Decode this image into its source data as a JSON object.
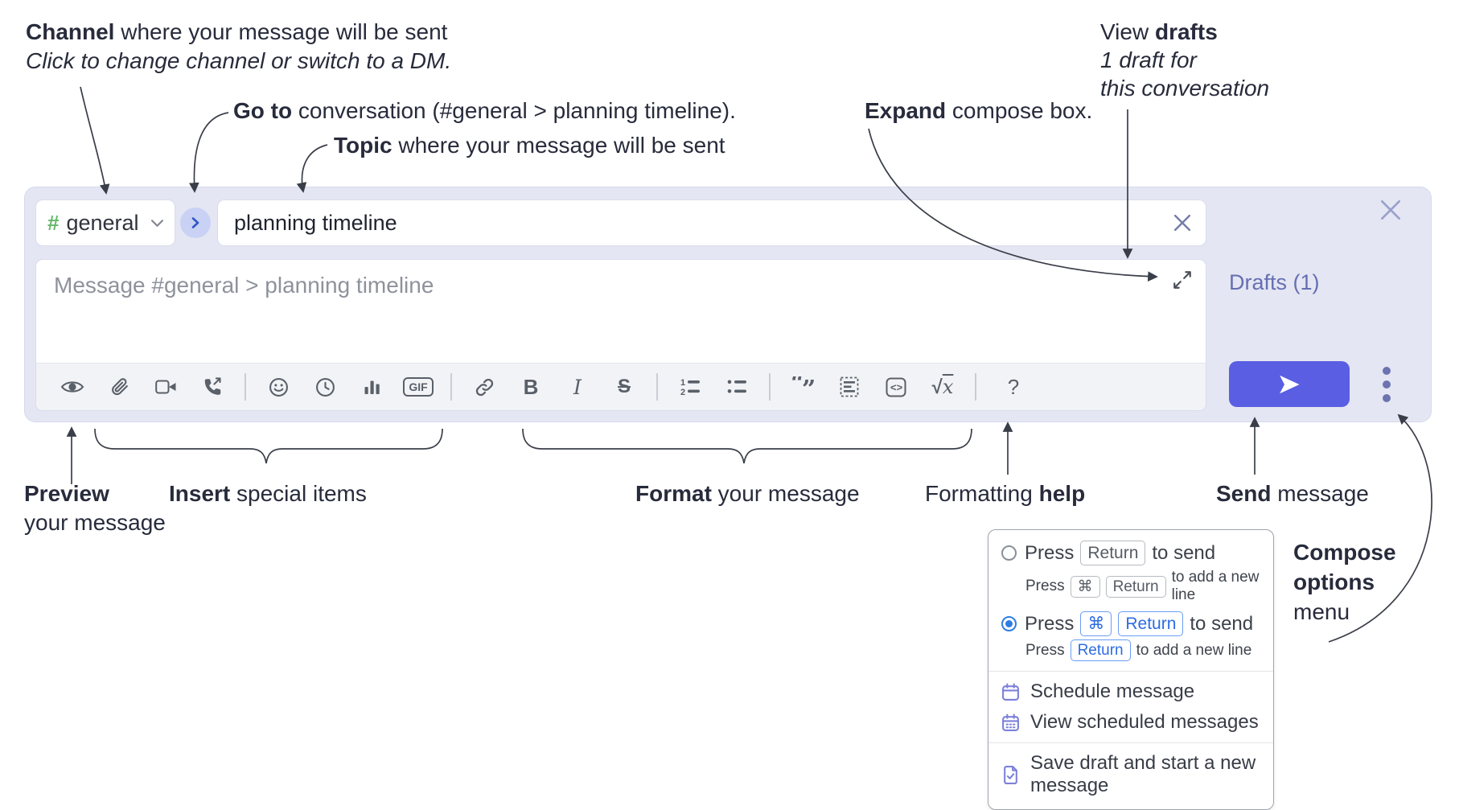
{
  "annotations": {
    "channel_line1_bold": "Channel",
    "channel_line1_rest": " where your message will be sent",
    "channel_line2": "Click to change channel or switch to a DM.",
    "goto_bold": "Go to",
    "goto_rest": " conversation (#general > planning timeline).",
    "topic_bold": "Topic",
    "topic_rest": " where your message will be sent",
    "expand_bold": "Expand",
    "expand_rest": " compose box.",
    "drafts_line1_pre": "View ",
    "drafts_line1_bold": "drafts",
    "drafts_line2": "1 draft for",
    "drafts_line3": "this conversation",
    "preview_bold": "Preview",
    "preview_line2": "your message",
    "insert_bold": "Insert",
    "insert_rest": " special items",
    "format_bold": "Format",
    "format_rest": " your message",
    "help_pre": "Formatting ",
    "help_bold": "help",
    "send_bold": "Send",
    "send_rest": " message",
    "compose_line1": "Compose",
    "compose_line2": "options",
    "compose_line3": "menu"
  },
  "compose": {
    "channel_hash": "#",
    "channel_name": "general",
    "topic_value": "planning timeline",
    "message_placeholder": "Message #general > planning timeline",
    "drafts_link": "Drafts (1)"
  },
  "toolbar": {
    "gif": "GIF",
    "bold": "B",
    "italic": "I",
    "strike": "S",
    "ol1": "1",
    "ol2": "2",
    "quote_open": "“",
    "quote_close": "”",
    "code": "<>",
    "sqrt": "√",
    "sqrt_var": "x",
    "help": "?"
  },
  "menu": {
    "opt1": {
      "pre": "Press",
      "key": "Return",
      "post": "to send",
      "sub_pre": "Press",
      "sub_key1": "⌘",
      "sub_key2": "Return",
      "sub_post": "to add a new line"
    },
    "opt2": {
      "pre": "Press",
      "key1": "⌘",
      "key2": "Return",
      "post": "to send",
      "sub_pre": "Press",
      "sub_key": "Return",
      "sub_post": "to add a new line"
    },
    "items": [
      {
        "label": "Schedule message"
      },
      {
        "label": "View scheduled messages"
      },
      {
        "label": "Save draft and start a new message"
      }
    ]
  },
  "colors": {
    "panel_bg": "#e4e6f3",
    "send_button": "#5a5ee3",
    "drafts_link": "#666fb2",
    "hash_green": "#65b869",
    "kbd_blue": "#2d6ce0",
    "radio_selected": "#2e7de1",
    "menu_icon_purple": "#7d81da",
    "annotation_text": "#272b3b"
  }
}
